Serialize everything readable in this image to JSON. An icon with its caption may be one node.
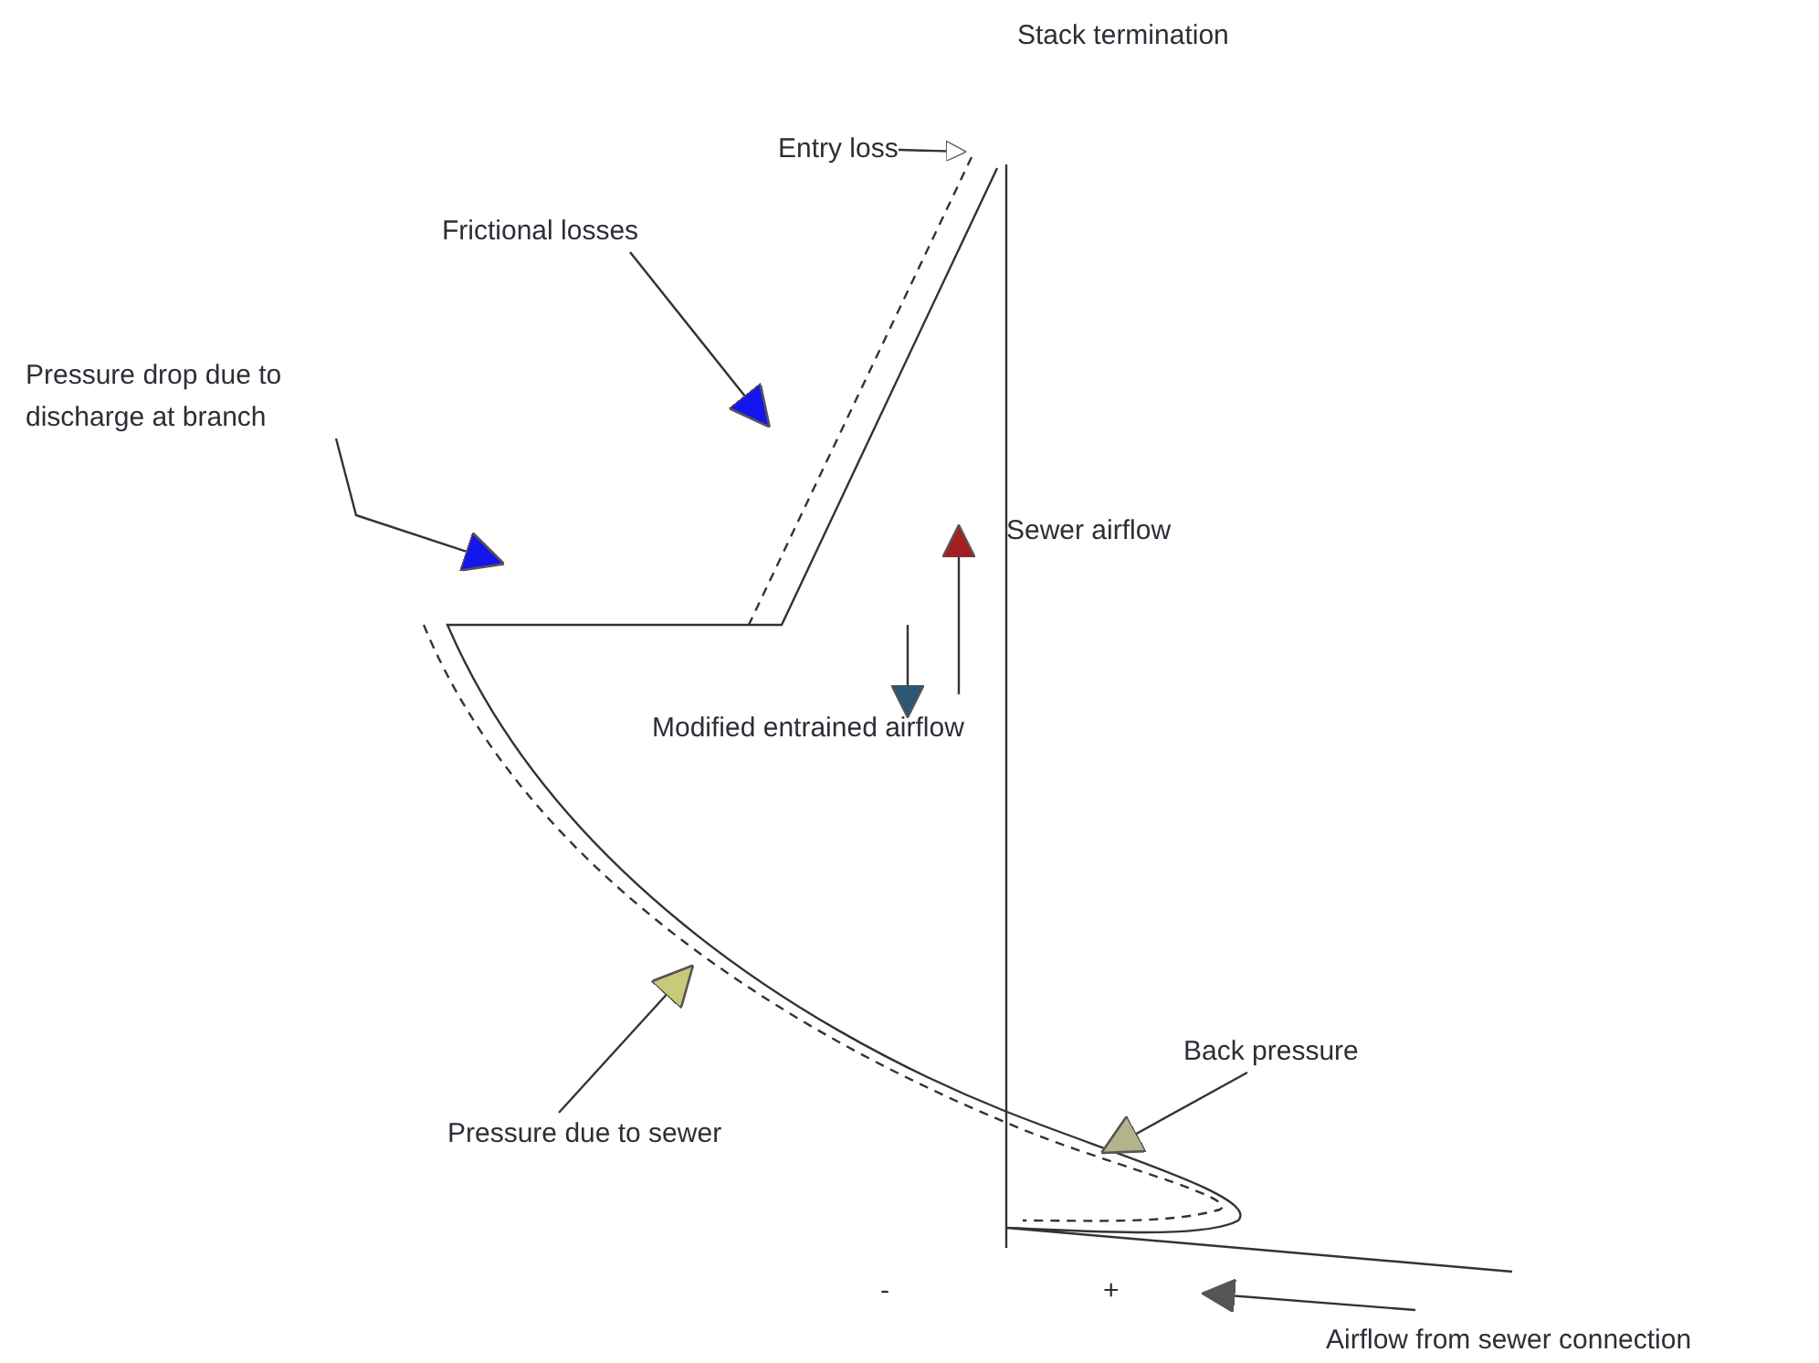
{
  "diagram": {
    "nodes": [
      {
        "text": [
          "Entry loss"
        ]
      },
      {
        "text": [
          "Frictional losses"
        ]
      },
      {
        "text": [
          "Pressure drop due to discharge at branch"
        ]
      },
      {
        "text": [
          "Pressure due to sewer"
        ]
      },
      {
        "text": [
          "Back pressure"
        ]
      }
    ],
    "edges": [
      {
        "from": 0,
        "to": null,
        "arrow": "to"
      },
      {
        "from": 1,
        "to": null,
        "arrow": "to"
      },
      {
        "from": 2,
        "to": null,
        "arrow": "to"
      },
      {
        "from": 3,
        "to": null,
        "arrow": "to"
      },
      {
        "from": 4,
        "to": null,
        "arrow": "to"
      }
    ],
    "labels": [
      "Stack termination",
      "Sewer airflow",
      "Modified entrained airflow",
      "-",
      "+",
      "Airflow from sewer connection"
    ]
  }
}
